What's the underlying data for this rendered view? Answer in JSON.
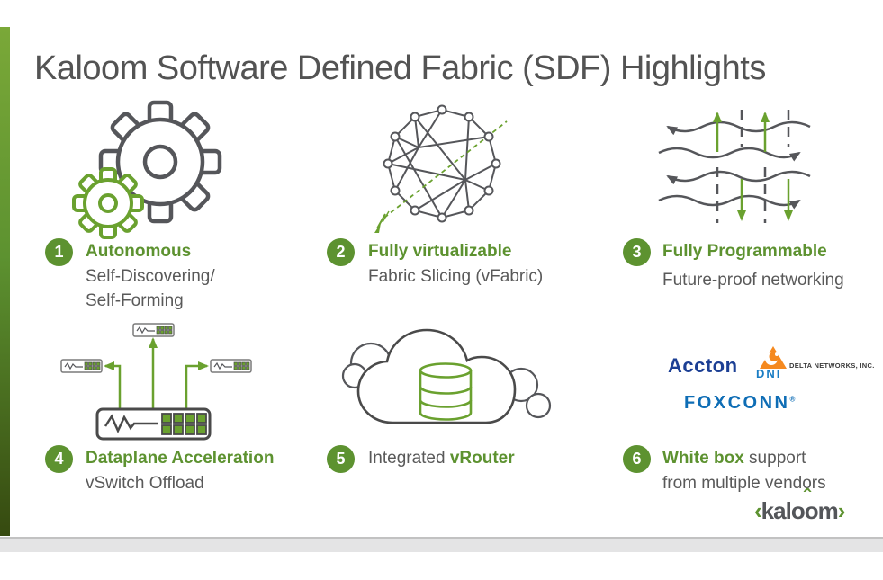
{
  "slide": {
    "title": "Kaloom Software Defined Fabric (SDF) Highlights"
  },
  "colors": {
    "accent_green": "#5d9230",
    "icon_green": "#6aa12f",
    "bar_gradient_top": "#7aa838",
    "bar_gradient_bottom": "#364a10",
    "text_gray": "#595959",
    "title_gray": "#535353",
    "icon_gray": "#55565a",
    "accton_navy": "#1c3f94",
    "foxconn_blue": "#0e6db5",
    "dni_orange": "#f5891f",
    "dni_blue": "#1a7dc4"
  },
  "items": [
    {
      "number": "1",
      "icon": "gears-icon",
      "title": "Autonomous",
      "subtitle_lines": [
        "Self-Discovering/",
        "Self-Forming"
      ]
    },
    {
      "number": "2",
      "icon": "mesh-slice-icon",
      "title": "Fully virtualizable",
      "subtitle_lines": [
        "Fabric Slicing (vFabric)"
      ]
    },
    {
      "number": "3",
      "icon": "weave-icon",
      "title": "Fully Programmable",
      "subtitle_lines": [
        "Future-proof networking"
      ]
    },
    {
      "number": "4",
      "icon": "switch-offload-icon",
      "title": "Dataplane Acceleration",
      "subtitle_lines": [
        "vSwitch Offload"
      ]
    },
    {
      "number": "5",
      "icon": "cloud-router-icon",
      "title_prefix": "Integrated ",
      "title": "vRouter"
    },
    {
      "number": "6",
      "icon": "vendor-logos",
      "title": "White box",
      "title_suffix": " support",
      "subtitle_lines": [
        "from multiple vendors"
      ]
    }
  ],
  "vendors": {
    "accton": "Accton",
    "dni": "DNI",
    "dni_caption": "DELTA NETWORKS, INC.",
    "foxconn": "FOXCONN",
    "foxconn_reg": "®"
  },
  "kaloom_logo": {
    "bracket_left": "‹",
    "part1": "kalo",
    "o": "o",
    "caret": "ˆ",
    "part2": "m",
    "bracket_right": "›"
  }
}
